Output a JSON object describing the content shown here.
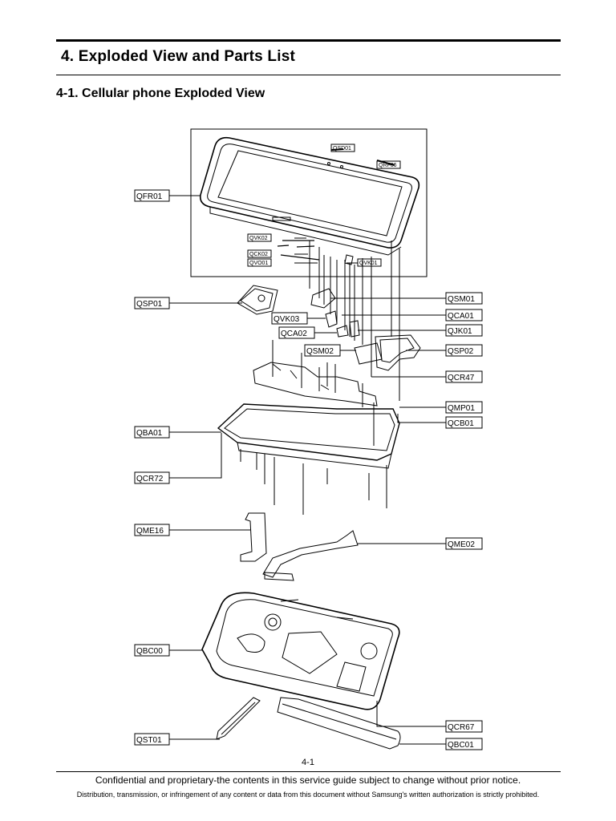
{
  "header": {
    "title": "4. Exploded View and Parts List",
    "subtitle": "4-1. Cellular phone Exploded View"
  },
  "callouts": {
    "qsd01": "QSD01",
    "qrf06": "QRF06",
    "qfr01": "QFR01",
    "qvk02": "QVK02",
    "qck02": "QCK02",
    "qvo01": "QVO01",
    "qvk01": "QVK01",
    "qsp01": "QSP01",
    "qsm01": "QSM01",
    "qvk03": "QVK03",
    "qca01": "QCA01",
    "qca02": "QCA02",
    "qjk01": "QJK01",
    "qsm02": "QSM02",
    "qsp02": "QSP02",
    "qcr47": "QCR47",
    "qmp01": "QMP01",
    "qba01": "QBA01",
    "qcb01": "QCB01",
    "qcr72": "QCR72",
    "qme16": "QME16",
    "qme02": "QME02",
    "qbc00": "QBC00",
    "qcr67": "QCR67",
    "qst01": "QST01",
    "qbc01": "QBC01"
  },
  "footer": {
    "page_number": "4-1",
    "notice": "Confidential and proprietary-the contents in this service guide subject to change without prior notice.",
    "legal": "Distribution, transmission, or infringement of any content or data from this document without Samsung's written authorization is strictly prohibited."
  }
}
